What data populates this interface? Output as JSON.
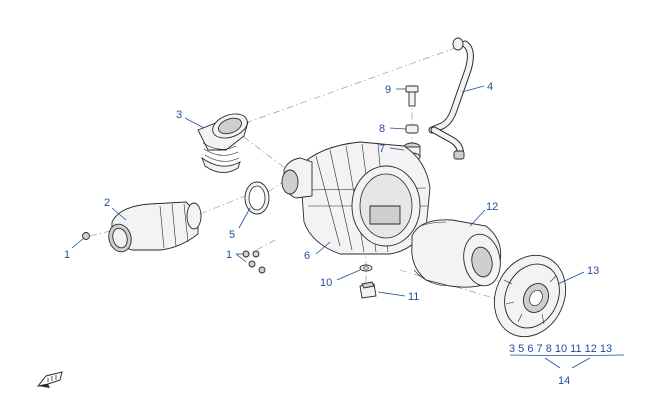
{
  "diagram": {
    "callouts": [
      {
        "id": "c1a",
        "label": "1"
      },
      {
        "id": "c1b",
        "label": "1"
      },
      {
        "id": "c2",
        "label": "2"
      },
      {
        "id": "c3",
        "label": "3"
      },
      {
        "id": "c4",
        "label": "4"
      },
      {
        "id": "c5",
        "label": "5"
      },
      {
        "id": "c6",
        "label": "6"
      },
      {
        "id": "c7",
        "label": "7"
      },
      {
        "id": "c8",
        "label": "8"
      },
      {
        "id": "c9",
        "label": "9"
      },
      {
        "id": "c10",
        "label": "10"
      },
      {
        "id": "c11",
        "label": "11"
      },
      {
        "id": "c12",
        "label": "12"
      },
      {
        "id": "c13",
        "label": "13"
      }
    ],
    "kit": {
      "components": "3 5 6 7 8 10 11 12 13",
      "label": "14"
    },
    "orientation_icon": "orientation-arrow-icon"
  }
}
